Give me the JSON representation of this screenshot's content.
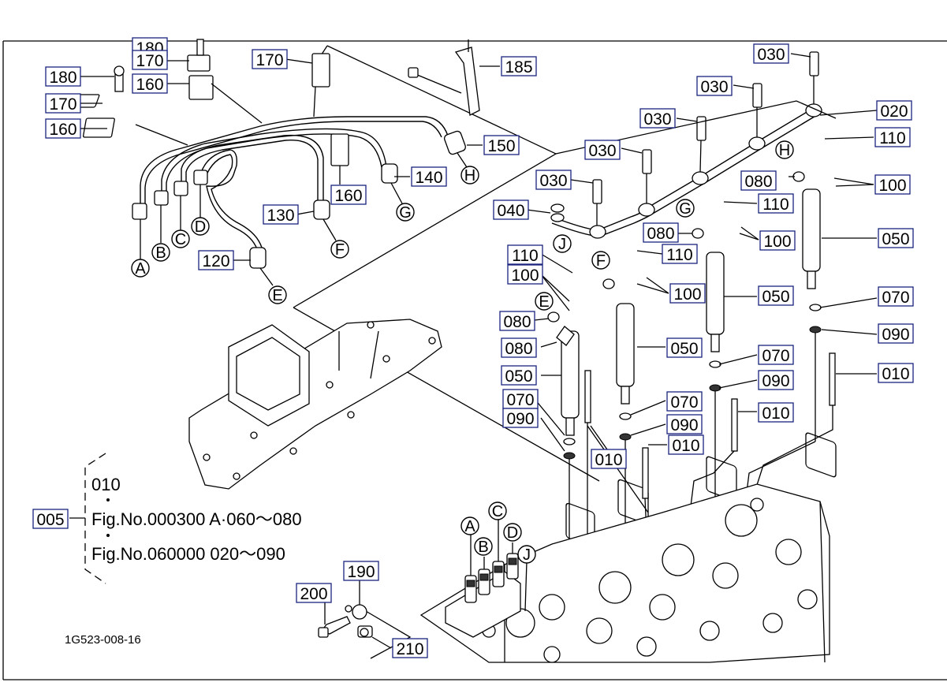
{
  "drawing_code": "1G523-008-16",
  "legend": {
    "group_label": "005",
    "line1": "010",
    "line2": "Fig.No.000300  A·060～080",
    "line3": "Fig.No.060000  020～090"
  },
  "part_labels": [
    "180",
    "170",
    "160",
    "170",
    "160",
    "180",
    "170",
    "185",
    "160",
    "150",
    "140",
    "130",
    "120",
    "030",
    "030",
    "030",
    "030",
    "030",
    "020",
    "110",
    "100",
    "040",
    "080",
    "110",
    "100",
    "110",
    "080",
    "100",
    "050",
    "110",
    "100",
    "080",
    "080",
    "050",
    "050",
    "070",
    "090",
    "070",
    "070",
    "090",
    "090",
    "050",
    "070",
    "090",
    "010",
    "010",
    "010",
    "010",
    "200",
    "190",
    "210"
  ],
  "ref_letters": [
    "A",
    "B",
    "C",
    "D",
    "E",
    "F",
    "G",
    "H",
    "H",
    "G",
    "J",
    "F",
    "E",
    "A",
    "B",
    "C",
    "D",
    "J"
  ]
}
